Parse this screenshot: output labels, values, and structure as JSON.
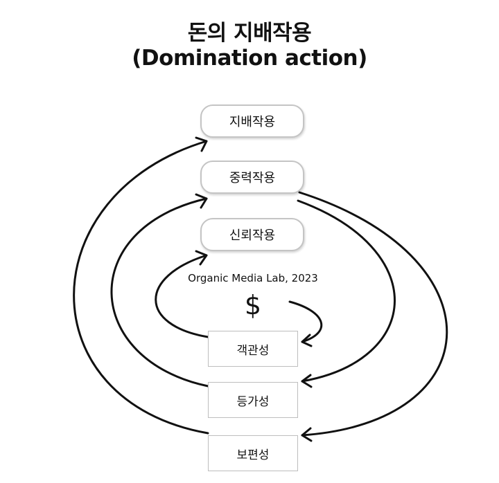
{
  "title": {
    "line1": "돈의 지배작용",
    "line2": "(Domination action)"
  },
  "actions": [
    {
      "label": "지배작용"
    },
    {
      "label": "중력작용"
    },
    {
      "label": "신뢰작용"
    }
  ],
  "properties": [
    {
      "label": "객관성"
    },
    {
      "label": "등가성"
    },
    {
      "label": "보편성"
    }
  ],
  "center": {
    "credit": "Organic Media Lab, 2023",
    "symbol": "$"
  }
}
